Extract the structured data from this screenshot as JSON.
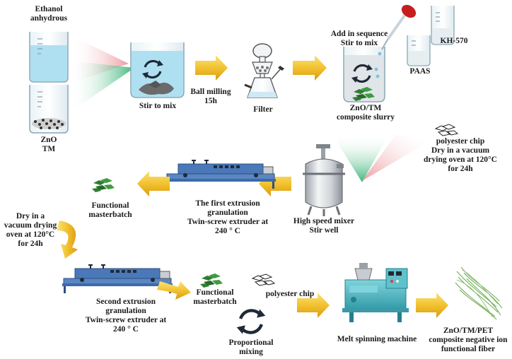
{
  "labels": {
    "ethanol": [
      "Ethanol",
      "anhydrous"
    ],
    "zno_tm": [
      "ZnO",
      "TM"
    ],
    "stir_to_mix": "Stir to mix",
    "ball_milling": [
      "Ball milling",
      "15h"
    ],
    "filter": "Filter",
    "add_in_sequence": [
      "Add in sequence",
      "Stir to mix"
    ],
    "kh570": "KH-570",
    "paas": "PAAS",
    "slurry": [
      "ZnO/TM",
      "composite slurry"
    ],
    "polyester_dry": [
      "polyester chip",
      "Dry in a vacuum",
      "drying oven at 120°C",
      "for 24h"
    ],
    "mixer": [
      "High speed mixer",
      "Stir well"
    ],
    "first_extrusion": [
      "The first extrusion",
      "granulation",
      "Twin-screw extruder at",
      "240 ° C"
    ],
    "functional_mb_1": [
      "Functional",
      "masterbatch"
    ],
    "dry_left": [
      "Dry in a",
      "vacuum drying",
      "oven at 120°C",
      "for 24h"
    ],
    "second_extrusion": [
      "Second extrusion",
      "granulation",
      "Twin-screw extruder at",
      "240 ° C"
    ],
    "functional_mb_2": [
      "Functional",
      "masterbatch"
    ],
    "polyester_chip": "polyester chip",
    "proportional": [
      "Proportional",
      "mixing"
    ],
    "melt_spinning": "Melt spinning machine",
    "fiber": [
      "ZnO/TM/PET",
      "composite negative ion",
      "functional fiber"
    ]
  },
  "colors": {
    "arrow_gold": "#f2c230",
    "fan_red": "#e98a8e",
    "fan_green": "#27ad6a",
    "liquid_blue": "#aee0f1",
    "extruder_blue": "#4a78b8",
    "spinner_teal": "#49b5c2",
    "pellet_green": "#2f7d32"
  },
  "icons": [
    "beaker-icon",
    "rotate-arrows-icon",
    "filter-funnel-icon",
    "dropper-icon",
    "reactor-mixer-icon",
    "extruder-icon",
    "melt-spinning-machine-icon",
    "fiber-bundle-icon",
    "pellet-cluster-icon"
  ]
}
